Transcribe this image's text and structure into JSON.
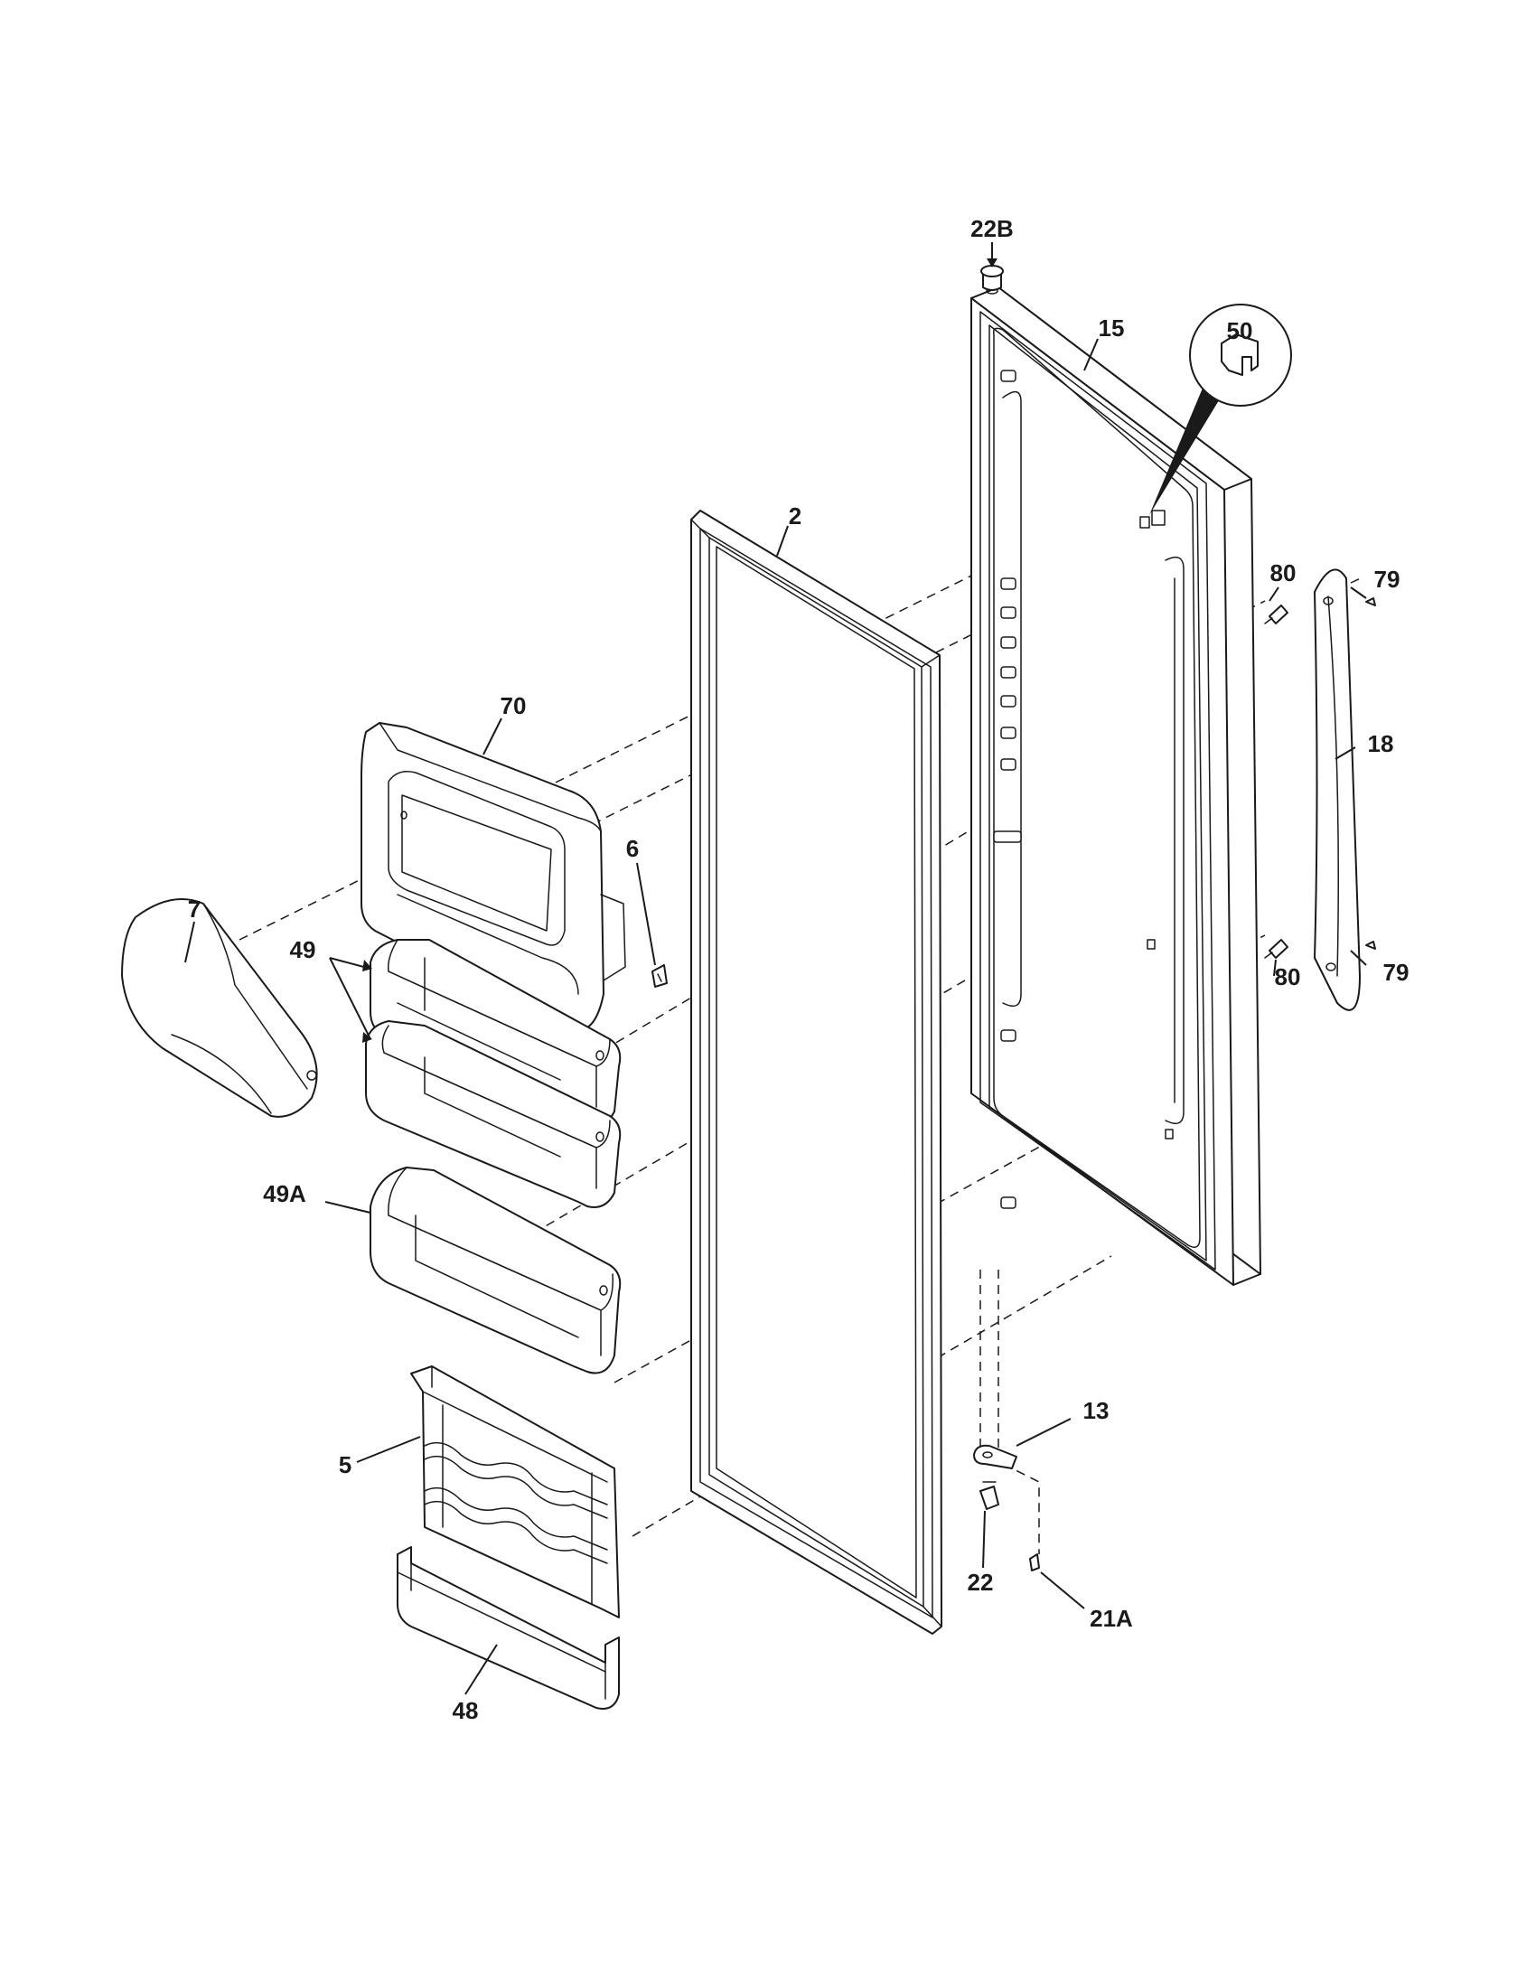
{
  "diagram": {
    "parts": [
      {
        "id": "p22B",
        "label": "22B"
      },
      {
        "id": "p15",
        "label": "15"
      },
      {
        "id": "p50",
        "label": "50"
      },
      {
        "id": "p2",
        "label": "2"
      },
      {
        "id": "p80a",
        "label": "80"
      },
      {
        "id": "p79a",
        "label": "79"
      },
      {
        "id": "p18",
        "label": "18"
      },
      {
        "id": "p70",
        "label": "70"
      },
      {
        "id": "p6",
        "label": "6"
      },
      {
        "id": "p7",
        "label": "7"
      },
      {
        "id": "p49",
        "label": "49"
      },
      {
        "id": "p80b",
        "label": "80"
      },
      {
        "id": "p79b",
        "label": "79"
      },
      {
        "id": "p49A",
        "label": "49A"
      },
      {
        "id": "p13",
        "label": "13"
      },
      {
        "id": "p5",
        "label": "5"
      },
      {
        "id": "p22",
        "label": "22"
      },
      {
        "id": "p21A",
        "label": "21A"
      },
      {
        "id": "p48",
        "label": "48"
      }
    ]
  },
  "colors": {
    "line": "#1a1a1a",
    "background": "#ffffff",
    "callout_shade": "#1a1a1a"
  }
}
